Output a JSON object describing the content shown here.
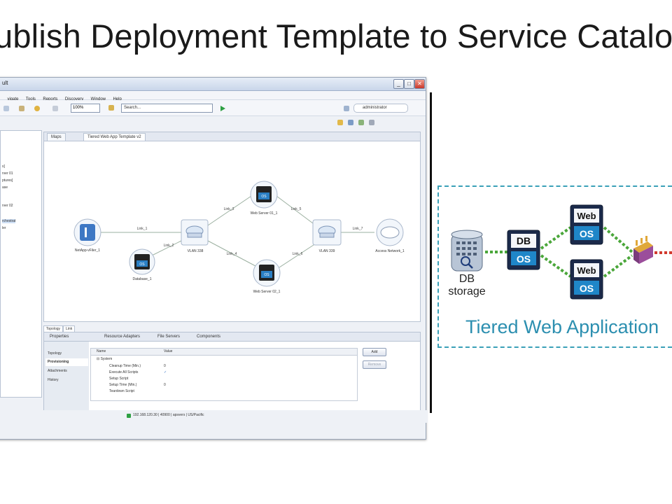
{
  "slide": {
    "title": "ublish Deployment Template to Service Catalog"
  },
  "window": {
    "title": "ult",
    "menu": [
      "",
      "vigate",
      "Tools",
      "Reports",
      "Discovery",
      "Window",
      "Help"
    ],
    "zoom": "100%",
    "search_placeholder": "Search...",
    "user": "administrator",
    "buttons": {
      "minimize": "_",
      "maximize": "□",
      "close": "✕"
    }
  },
  "left_panel": {
    "items": [
      "s]",
      "rver 01",
      "ptures]",
      "ase",
      "rver 02",
      "rchestrat",
      "ler"
    ]
  },
  "editor": {
    "tabs": [
      "Maps",
      "Tiered Web App Template v2"
    ],
    "bottom_tabs": [
      "Topology",
      "Link"
    ],
    "nodes": {
      "netapp": "NetApp-vFiler_1",
      "database": "Database_1",
      "vlan1": "VLAN 338",
      "web1": "Web Server 01_1",
      "web2": "Web Server 02_1",
      "vlan2": "VLAN 339",
      "access": "Access Network_1",
      "os_label": "OS"
    },
    "links": [
      "Link_1",
      "Link_2",
      "Link_3",
      "Link_4",
      "Link_5",
      "Link_6",
      "Link_7"
    ]
  },
  "properties": {
    "tabs": [
      "Properties",
      "Resource Adapters",
      "File Servers",
      "Components"
    ],
    "sections": [
      "Topology",
      "Provisioning",
      "Attachments",
      "History"
    ],
    "columns": [
      "Name",
      "Value"
    ],
    "rows": [
      {
        "name": "⊟ System",
        "value": ""
      },
      {
        "name": "Cleanup Time (Min.)",
        "value": "0"
      },
      {
        "name": "Execute All Scripts",
        "value": "✓"
      },
      {
        "name": "Setup Script",
        "value": ""
      },
      {
        "name": "Setup Time (Min.)",
        "value": "0"
      },
      {
        "name": "Teardown Script",
        "value": ""
      }
    ],
    "add_label": "Add",
    "remove_label": "Remove"
  },
  "status": {
    "text": "192.168.120.30 | 40900 | apsvers | US/Pacific"
  },
  "diagram": {
    "db_label": "DB",
    "os_label": "OS",
    "web_label": "Web",
    "storage_label_1": "DB",
    "storage_label_2": "storage",
    "caption": "Tiered Web Application"
  },
  "colors": {
    "accent": "#2c8fb0",
    "link_green": "#4aa63a",
    "box_navy": "#1f3d7a",
    "os_blue": "#1f86c8"
  }
}
